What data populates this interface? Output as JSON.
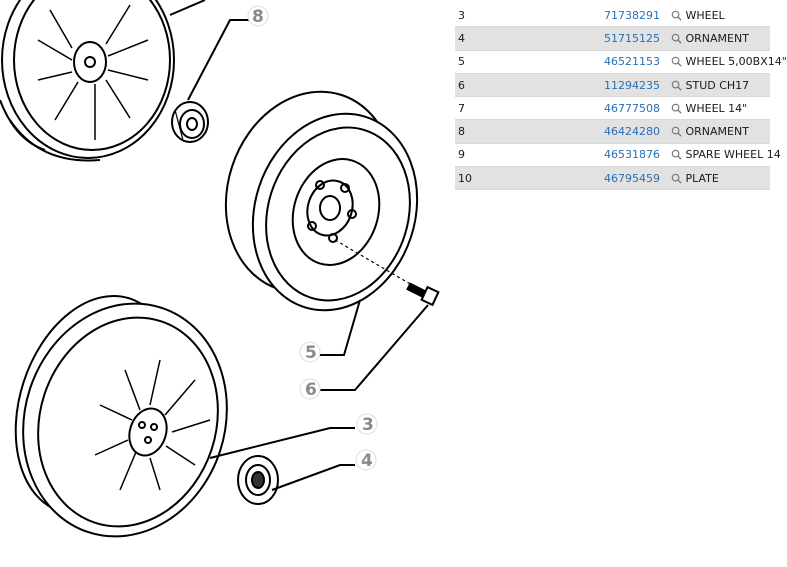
{
  "callouts": [
    "8",
    "5",
    "6",
    "3",
    "4"
  ],
  "parts": [
    {
      "pos": "3",
      "code": "71738291",
      "name": "WHEEL"
    },
    {
      "pos": "4",
      "code": "51715125",
      "name": "ORNAMENT"
    },
    {
      "pos": "5",
      "code": "46521153",
      "name": "WHEEL 5,00BX14\""
    },
    {
      "pos": "6",
      "code": "11294235",
      "name": "STUD CH17"
    },
    {
      "pos": "7",
      "code": "46777508",
      "name": "WHEEL 14\""
    },
    {
      "pos": "8",
      "code": "46424280",
      "name": "ORNAMENT"
    },
    {
      "pos": "9",
      "code": "46531876",
      "name": "SPARE WHEEL 14"
    },
    {
      "pos": "10",
      "code": "46795459",
      "name": "PLATE"
    }
  ],
  "icons": {
    "search": "magnifier-icon"
  },
  "colors": {
    "link": "#2a6fb5",
    "row_shade": "#e2e2e2",
    "callout": "#8a8a8a"
  }
}
